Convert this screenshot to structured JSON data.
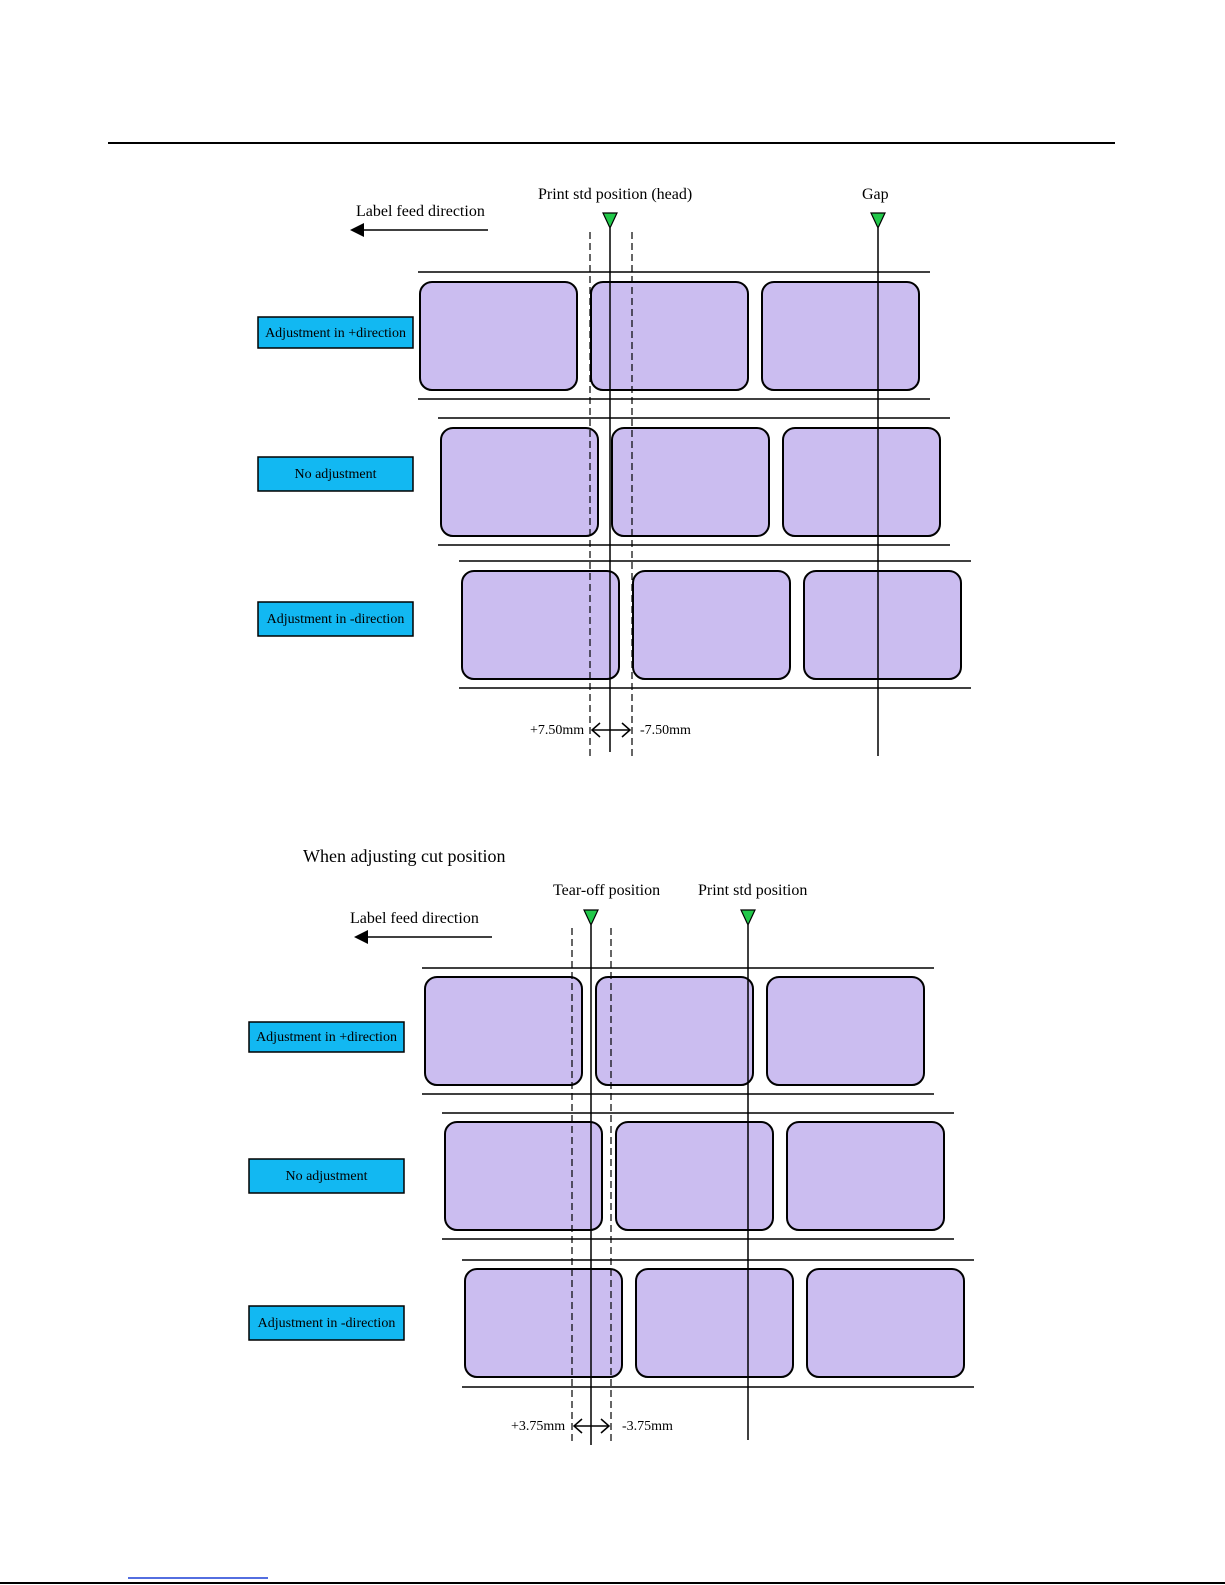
{
  "diagram1": {
    "feed_direction": "Label feed direction",
    "marker_head": "Print std position (head)",
    "marker_gap": "Gap",
    "rows": [
      {
        "label": "Adjustment in +direction"
      },
      {
        "label": "No adjustment"
      },
      {
        "label": "Adjustment in -direction"
      }
    ],
    "plus_value": "+7.50mm",
    "minus_value": "-7.50mm"
  },
  "diagram2": {
    "caption": "When adjusting cut position",
    "feed_direction": "Label feed direction",
    "marker_tearoff": "Tear-off position",
    "marker_print": "Print std position",
    "rows": [
      {
        "label": "Adjustment in +direction"
      },
      {
        "label": "No adjustment"
      },
      {
        "label": "Adjustment in -direction"
      }
    ],
    "plus_value": "+3.75mm",
    "minus_value": "-3.75mm"
  },
  "colors": {
    "row_label_fill": "#12b8f2",
    "label_card_fill": "#cbbdf0",
    "marker_fill": "#22c84a"
  }
}
